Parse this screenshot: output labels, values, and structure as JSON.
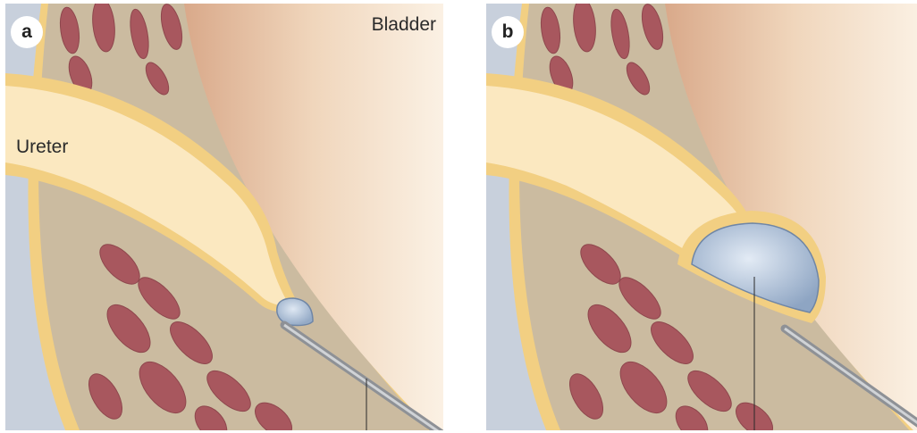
{
  "panels": [
    {
      "letter": "a",
      "labels": {
        "bladder": "Bladder",
        "ureter": "Ureter"
      },
      "bulge": "small"
    },
    {
      "letter": "b",
      "labels": {
        "bladder": "",
        "ureter": ""
      },
      "bulge": "large"
    }
  ],
  "colors": {
    "background": "#c8d0dc",
    "wall_tan": "#cbbba0",
    "muscle": "#a8575e",
    "mucosa_yellow": "#f2cf82",
    "ureter_fill": "#fbe8c0",
    "bladder_lumen": "#f0d6bc",
    "bulking_agent": "#a9bdd6",
    "needle": "#a3a6aa"
  }
}
